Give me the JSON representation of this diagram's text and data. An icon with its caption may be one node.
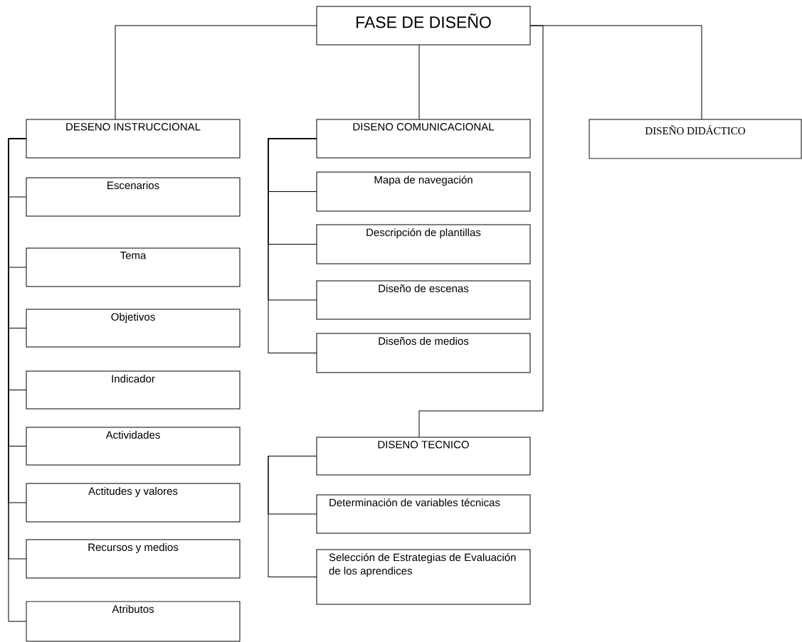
{
  "diagram": {
    "nodes": [
      {
        "text": [
          "FASE DE DISEÑO"
        ]
      },
      {
        "text": [
          "DESENO INSTRUCCIONAL"
        ]
      },
      {
        "text": [
          "Escenarios"
        ]
      },
      {
        "text": [
          "Tema"
        ]
      },
      {
        "text": [
          "Objetivos"
        ]
      },
      {
        "text": [
          "Indicador"
        ]
      },
      {
        "text": [
          "Actividades"
        ]
      },
      {
        "text": [
          "Actitudes y valores"
        ]
      },
      {
        "text": [
          "Recursos y medios"
        ]
      },
      {
        "text": [
          "Atributos"
        ]
      },
      {
        "text": [
          "DISENO COMUNICACIONAL"
        ]
      },
      {
        "text": [
          "Mapa de navegación"
        ]
      },
      {
        "text": [
          "Descripción de plantillas"
        ]
      },
      {
        "text": [
          "Diseño de escenas"
        ]
      },
      {
        "text": [
          "Diseños de medios"
        ]
      },
      {
        "text": [
          "DISEÑO DIDÁCTICO"
        ]
      },
      {
        "text": [
          "DISENO TECNICO"
        ]
      },
      {
        "text": [
          "Determinación de variables técnicas"
        ]
      },
      {
        "text": [
          "Selección de Estrategias de Evaluación de los aprendices"
        ]
      }
    ],
    "edges": [
      {
        "from": 0,
        "to": 1,
        "arrow": "none"
      },
      {
        "from": 0,
        "to": 10,
        "arrow": "none"
      },
      {
        "from": 0,
        "to": 15,
        "arrow": "none"
      },
      {
        "from": 0,
        "to": 16,
        "arrow": "none"
      },
      {
        "from": 1,
        "to": 2,
        "arrow": "none"
      },
      {
        "from": 1,
        "to": 3,
        "arrow": "none"
      },
      {
        "from": 1,
        "to": 4,
        "arrow": "none"
      },
      {
        "from": 1,
        "to": 5,
        "arrow": "none"
      },
      {
        "from": 1,
        "to": 6,
        "arrow": "none"
      },
      {
        "from": 1,
        "to": 7,
        "arrow": "none"
      },
      {
        "from": 1,
        "to": 8,
        "arrow": "none"
      },
      {
        "from": 1,
        "to": 9,
        "arrow": "none"
      },
      {
        "from": 10,
        "to": 11,
        "arrow": "none"
      },
      {
        "from": 10,
        "to": 12,
        "arrow": "none"
      },
      {
        "from": 10,
        "to": 13,
        "arrow": "none"
      },
      {
        "from": 10,
        "to": 14,
        "arrow": "none"
      },
      {
        "from": 16,
        "to": 17,
        "arrow": "none"
      },
      {
        "from": 16,
        "to": 18,
        "arrow": "none"
      }
    ]
  }
}
